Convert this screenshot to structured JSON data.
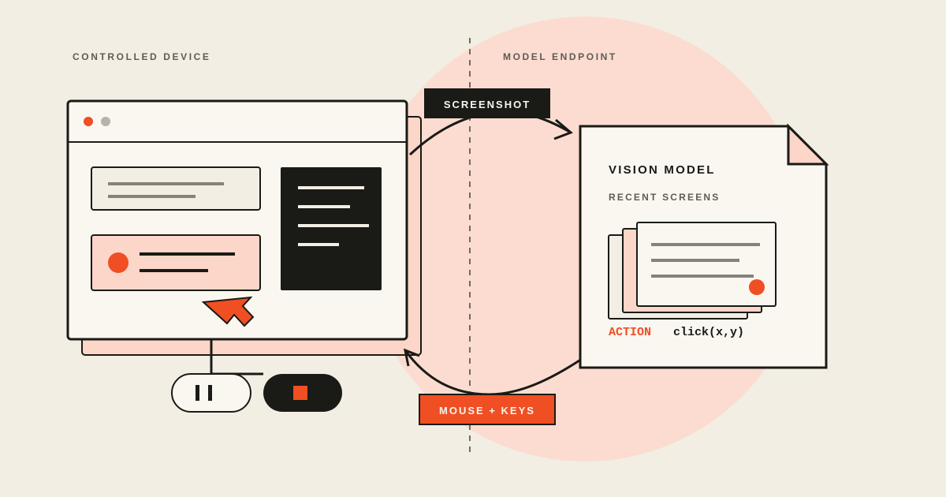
{
  "labels": {
    "left_section": "CONTROLLED DEVICE",
    "right_section": "MODEL ENDPOINT"
  },
  "flow": {
    "top_tag": "SCREENSHOT",
    "bottom_tag": "MOUSE + KEYS"
  },
  "model_card": {
    "title": "VISION MODEL",
    "subtitle": "RECENT SCREENS",
    "action_label": "ACTION",
    "action_value": "click(x,y)"
  },
  "colors": {
    "background": "#f2eee4",
    "accent": "#f04e23",
    "accent_soft": "#fcdcd0",
    "ink": "#1a1a16",
    "paper": "#faf7f0",
    "muted": "#8a877d"
  },
  "icons": {
    "cursor": "arrow-cursor-icon",
    "pause": "pause-icon",
    "stop": "stop-icon",
    "window_close": "red-dot-icon",
    "window_min": "gray-dot-icon"
  }
}
